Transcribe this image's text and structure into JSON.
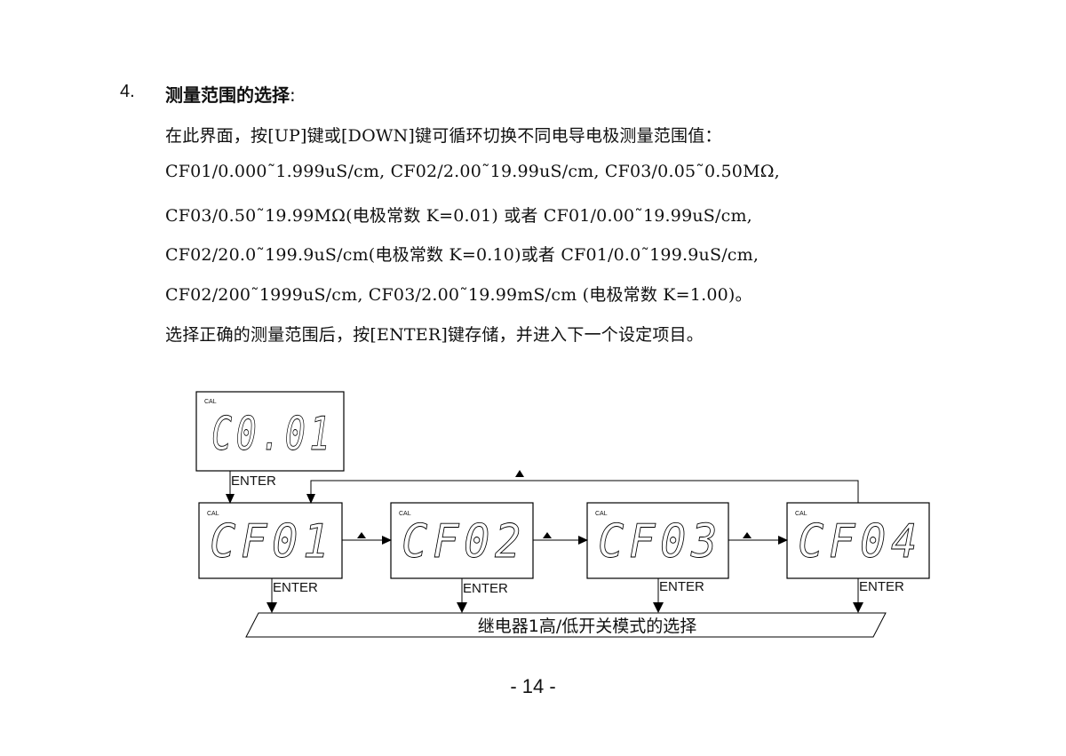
{
  "section": {
    "number": "4.",
    "title": "测量范围的选择",
    "title_suffix": ":"
  },
  "paragraph_lines": [
    "在此界面，按[UP]键或[DOWN]键可循环切换不同电导电极测量范围值：",
    "CF01/0.000˜1.999uS/cm, CF02/2.00˜19.99uS/cm, CF03/0.05˜0.50MΩ,",
    "CF03/0.50˜19.99MΩ(电极常数 K=0.01) 或者 CF01/0.00˜19.99uS/cm,",
    "CF02/20.0˜199.9uS/cm(电极常数 K=0.10)或者 CF01/0.0˜199.9uS/cm,",
    "CF02/200˜1999uS/cm, CF03/2.00˜19.99mS/cm (电极常数 K=1.00)。",
    "选择正确的测量范围后，按[ENTER]键存储，并进入下一个设定项目。"
  ],
  "diagram": {
    "start_display": {
      "indicator": "CAL",
      "digits": "C0.01"
    },
    "range_displays": [
      {
        "indicator": "CAL",
        "digits": "CF01"
      },
      {
        "indicator": "CAL",
        "digits": "CF02"
      },
      {
        "indicator": "CAL",
        "digits": "CF03"
      },
      {
        "indicator": "CAL",
        "digits": "CF04"
      }
    ],
    "enter_label": "ENTER",
    "up_key_icon": "up-triangle-icon",
    "next_step": "继电器1高/低开关模式的选择"
  },
  "page_number": "- 14 -"
}
